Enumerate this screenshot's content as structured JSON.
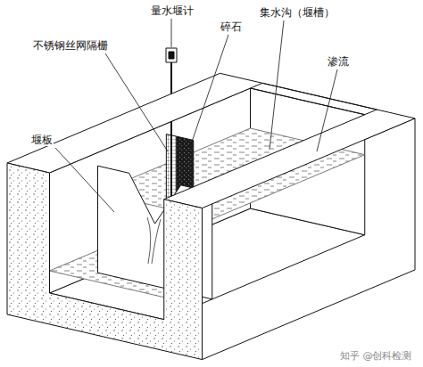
{
  "diagram": {
    "labels": [
      "量水堰计",
      "碎石",
      "集水沟（堰槽）",
      "不锈钢丝网隔栅",
      "渗流",
      "堰板",
      "知乎 @创科检测"
    ]
  }
}
